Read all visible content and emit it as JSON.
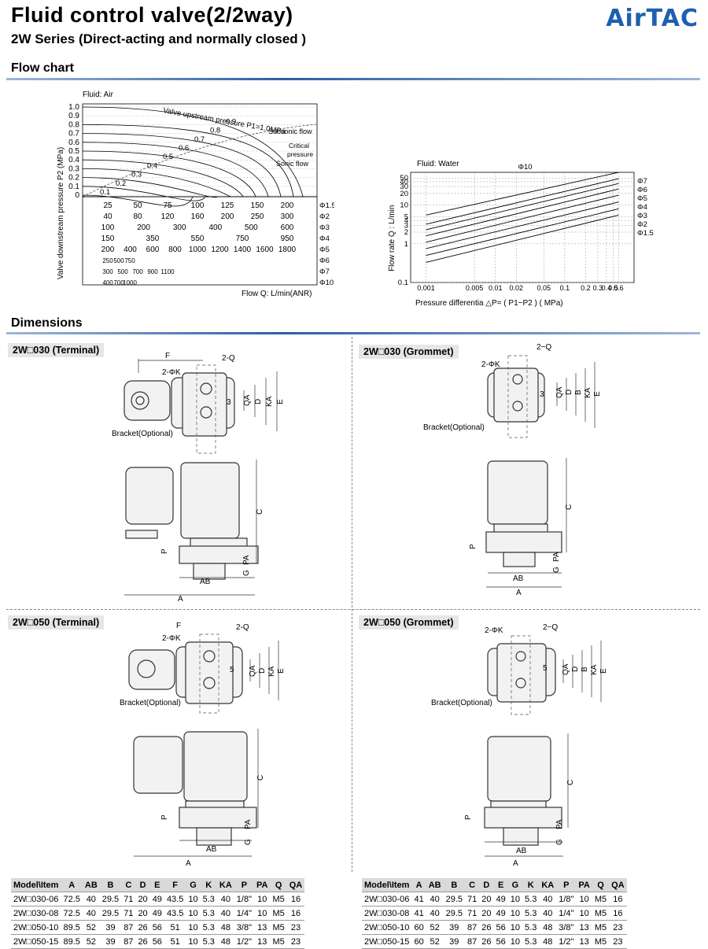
{
  "header": {
    "title": "Fluid control valve(2/2way)",
    "subtitle": "2W Series (Direct-acting and normally closed )",
    "logo": "AirTAC"
  },
  "sections": {
    "flow_chart": "Flow chart",
    "dimensions": "Dimensions"
  },
  "air_chart": {
    "fluid": "Fluid: Air",
    "ylabel": "Valve downstream pressure  P2    (MPa)",
    "xlabel": "Flow Q: L/min(ANR)",
    "yticks": [
      "1.0",
      "0.9",
      "0.8",
      "0.7",
      "0.6",
      "0.5",
      "0.4",
      "0.3",
      "0.2",
      "0.1",
      "0"
    ],
    "curve_labels": [
      "0.1",
      "0.2",
      "0.3",
      "0.4",
      "0.5",
      "0.6",
      "0.7",
      "0.8",
      "0.9"
    ],
    "upstream_label": "Valve upstream pressure P1=1.0MPa",
    "subsonic": "Subsonic flow",
    "critical_1": "Critical",
    "critical_2": "pressure",
    "sonic": "Sonic flow",
    "scale_rows": [
      {
        "label": "Φ1.5",
        "values": [
          "25",
          "50",
          "75",
          "100",
          "125",
          "150",
          "200"
        ]
      },
      {
        "label": "Φ2",
        "values": [
          "40",
          "80",
          "120",
          "160",
          "200",
          "250",
          "300"
        ]
      },
      {
        "label": "Φ3",
        "values": [
          "100",
          "200",
          "300",
          "400",
          "500",
          "600"
        ]
      },
      {
        "label": "Φ4",
        "values": [
          "150",
          "350",
          "550",
          "750",
          "950"
        ]
      },
      {
        "label": "Φ5",
        "values": [
          "200",
          "400",
          "600",
          "800",
          "1000",
          "1200",
          "1400",
          "1600",
          "1800"
        ]
      },
      {
        "label": "Φ6",
        "values": [
          "250",
          "500",
          "750"
        ]
      },
      {
        "label": "Φ7",
        "values": [
          "300",
          "500",
          "700",
          "900",
          "1100"
        ]
      },
      {
        "label": "Φ10",
        "values": [
          "400",
          "700",
          "1000"
        ]
      }
    ]
  },
  "chart_data": {
    "type": "line",
    "fluid": "Fluid: Water",
    "title": "",
    "ylabel": "Flow rate Q : L/min",
    "xlabel": "Pressure differentia  △P= ( P1−P2 )       ( MPa)",
    "x_scale": "log",
    "y_scale": "log",
    "x_ticks": [
      "0.001",
      "0.005",
      "0.01",
      "0.02",
      "0.05",
      "0.1",
      "0.2",
      "0.3",
      "0.4",
      "0.5",
      "0.6"
    ],
    "y_ticks": [
      "50",
      "40",
      "30",
      "20",
      "10",
      "5",
      "4",
      "3",
      "2",
      "1",
      "0.1"
    ],
    "xlim": [
      0.0006,
      1.0
    ],
    "ylim": [
      0.1,
      70
    ],
    "series": [
      {
        "name": "Φ10",
        "x": [
          0.001,
          0.6
        ],
        "y": [
          5.5,
          70
        ]
      },
      {
        "name": "Φ7",
        "x": [
          0.001,
          0.6
        ],
        "y": [
          3.2,
          48
        ]
      },
      {
        "name": "Φ6",
        "x": [
          0.001,
          0.6
        ],
        "y": [
          2.3,
          36
        ]
      },
      {
        "name": "Φ5",
        "x": [
          0.001,
          0.6
        ],
        "y": [
          1.6,
          26
        ]
      },
      {
        "name": "Φ4",
        "x": [
          0.001,
          0.6
        ],
        "y": [
          1.1,
          18
        ]
      },
      {
        "name": "Φ3",
        "x": [
          0.001,
          0.6
        ],
        "y": [
          0.75,
          12
        ]
      },
      {
        "name": "Φ2",
        "x": [
          0.001,
          0.6
        ],
        "y": [
          0.5,
          8
        ]
      },
      {
        "name": "Φ1.5",
        "x": [
          0.001,
          0.6
        ],
        "y": [
          0.33,
          5.5
        ]
      }
    ]
  },
  "panels": {
    "p1": {
      "label": "2W□030 (Terminal)",
      "f": "F",
      "k": "2-ΦK",
      "q": "2-Q",
      "n": "3",
      "bracket": "Bracket(Optional)",
      "qa": "QA",
      "d": "D",
      "ka": "KA",
      "e": "E",
      "c": "C",
      "p": "P",
      "g": "G",
      "pa": "PA",
      "ab": "AB",
      "a": "A"
    },
    "p2": {
      "label": "2W□030  (Grommet)",
      "k": "2-ΦK",
      "q": "2−Q",
      "n": "3",
      "bracket": "Bracket(Optional)",
      "qa": "QA",
      "d": "D",
      "b": "B",
      "ka": "KA",
      "e": "E",
      "c": "C",
      "p": "P",
      "g": "G",
      "pa": "PA",
      "ab": "AB",
      "a": "A"
    },
    "p3": {
      "label": "2W□050 (Terminal)",
      "f": "F",
      "k": "2-ΦK",
      "q": "2-Q",
      "n": "5",
      "bracket": "Bracket(Optional)",
      "qa": "QA",
      "d": "D",
      "ka": "KA",
      "e": "E",
      "c": "C",
      "p": "P",
      "g": "G",
      "pa": "PA",
      "ab": "AB",
      "a": "A"
    },
    "p4": {
      "label": "2W□050  (Grommet)",
      "k": "2-ΦK",
      "q": "2−Q",
      "n": "5",
      "bracket": "Bracket(Optional)",
      "qa": "QA",
      "d": "D",
      "b": "B",
      "ka": "KA",
      "e": "E",
      "c": "C",
      "p": "P",
      "g": "G",
      "pa": "PA",
      "ab": "AB",
      "a": "A"
    }
  },
  "table_terminal": {
    "headers": [
      "Model\\Item",
      "A",
      "AB",
      "B",
      "C",
      "D",
      "E",
      "F",
      "G",
      "K",
      "KA",
      "P",
      "PA",
      "Q",
      "QA"
    ],
    "rows": [
      [
        "2W□030-06",
        "72.5",
        "40",
        "29.5",
        "71",
        "20",
        "49",
        "43.5",
        "10",
        "5.3",
        "40",
        "1/8\"",
        "10",
        "M5",
        "16"
      ],
      [
        "2W□030-08",
        "72.5",
        "40",
        "29.5",
        "71",
        "20",
        "49",
        "43.5",
        "10",
        "5.3",
        "40",
        "1/4\"",
        "10",
        "M5",
        "16"
      ],
      [
        "2W□050-10",
        "89.5",
        "52",
        "39",
        "87",
        "26",
        "56",
        "51",
        "10",
        "5.3",
        "48",
        "3/8\"",
        "13",
        "M5",
        "23"
      ],
      [
        "2W□050-15",
        "89.5",
        "52",
        "39",
        "87",
        "26",
        "56",
        "51",
        "10",
        "5.3",
        "48",
        "1/2\"",
        "13",
        "M5",
        "23"
      ]
    ]
  },
  "table_grommet": {
    "headers": [
      "Model\\Item",
      "A",
      "AB",
      "B",
      "C",
      "D",
      "E",
      "G",
      "K",
      "KA",
      "P",
      "PA",
      "Q",
      "QA"
    ],
    "rows": [
      [
        "2W□030-06",
        "41",
        "40",
        "29.5",
        "71",
        "20",
        "49",
        "10",
        "5.3",
        "40",
        "1/8\"",
        "10",
        "M5",
        "16"
      ],
      [
        "2W□030-08",
        "41",
        "40",
        "29.5",
        "71",
        "20",
        "49",
        "10",
        "5.3",
        "40",
        "1/4\"",
        "10",
        "M5",
        "16"
      ],
      [
        "2W□050-10",
        "60",
        "52",
        "39",
        "87",
        "26",
        "56",
        "10",
        "5.3",
        "48",
        "3/8\"",
        "13",
        "M5",
        "23"
      ],
      [
        "2W□050-15",
        "60",
        "52",
        "39",
        "87",
        "26",
        "56",
        "10",
        "5.3",
        "48",
        "1/2\"",
        "13",
        "M5",
        "23"
      ]
    ]
  },
  "colors": {
    "accent": "#2b5ea8",
    "logo": "#1e5fb0"
  }
}
